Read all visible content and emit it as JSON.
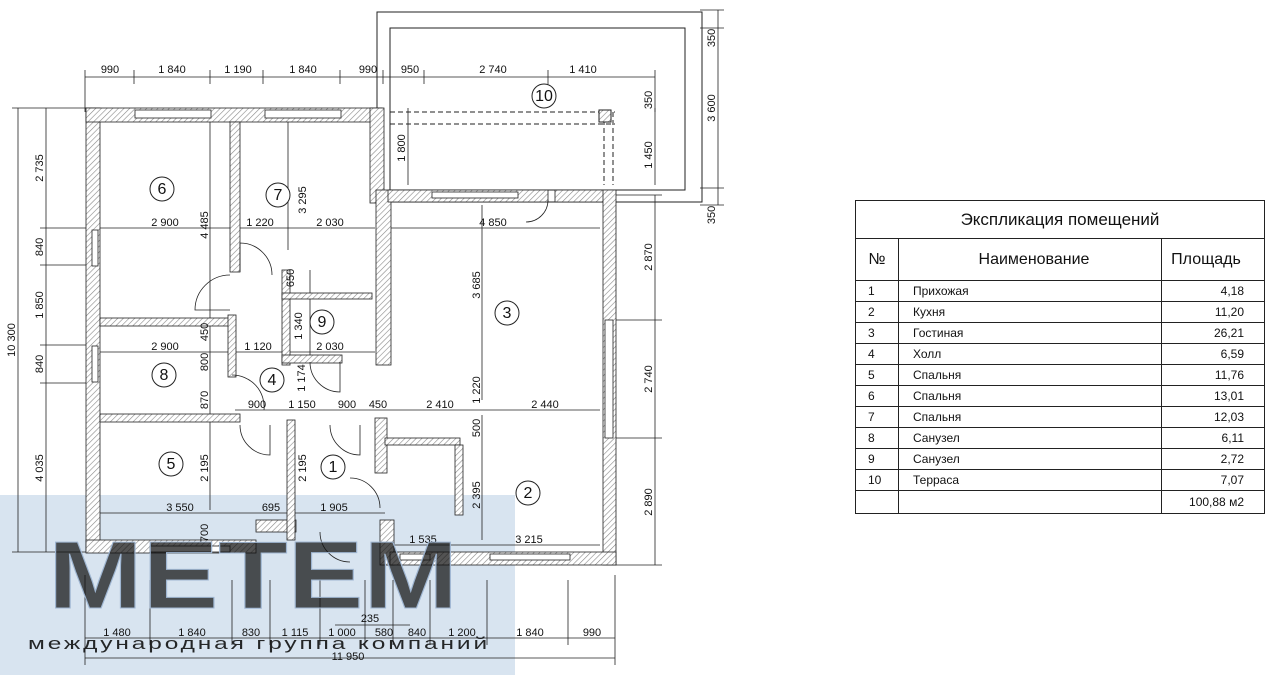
{
  "plan": {
    "top_dims": [
      "990",
      "1 840",
      "1 190",
      "1 840",
      "990",
      "950",
      "2 740",
      "1 410"
    ],
    "bottom_dims": [
      "1 480",
      "1 840",
      "830",
      "1 115",
      "1 000",
      "580",
      "840",
      "1 200",
      "1 840",
      "990"
    ],
    "bottom_total": "11 950",
    "bottom_235": "235",
    "left_dims": [
      "2 735",
      "840",
      "1 850",
      "840",
      "4 035"
    ],
    "left_total": "10 300",
    "right_dims": [
      "2 870",
      "2 740",
      "2 890"
    ],
    "terrace_dims": [
      "350",
      "3 600",
      "350"
    ],
    "interior_dims": {
      "d2900a": "2 900",
      "d1220a": "1 220",
      "d2030a": "2 030",
      "d4850": "4 850",
      "d2900b": "2 900",
      "d1120": "1 120",
      "d2030b": "2 030",
      "d900a": "900",
      "d1150": "1 150",
      "d900b": "900",
      "d450a": "450",
      "d2410": "2 410",
      "d2440": "2 440",
      "d3550": "3 550",
      "d695": "695",
      "d1905": "1 905",
      "d1535": "1 535",
      "d3215": "3 215",
      "v4485": "4 485",
      "v3295": "3 295",
      "v3685": "3 685",
      "v1800": "1 800",
      "v350": "350",
      "v1450": "1 450",
      "v650": "650",
      "v1340": "1 340",
      "v450b": "450",
      "v800": "800",
      "v870": "870",
      "v1174": "1 174",
      "v1220b": "1 220",
      "v500": "500",
      "v2195a": "2 195",
      "v2195b": "2 195",
      "v2395": "2 395",
      "v700": "700"
    },
    "rooms": [
      "1",
      "2",
      "3",
      "4",
      "5",
      "6",
      "7",
      "8",
      "9",
      "10"
    ]
  },
  "watermark": {
    "logo": "МЕТЕМ",
    "subtitle": "международная группа компаний"
  },
  "explication": {
    "title": "Экспликация помещений",
    "headers": {
      "num": "№",
      "name": "Наименование",
      "area": "Площадь"
    },
    "rows": [
      {
        "num": "1",
        "name": "Прихожая",
        "area": "4,18"
      },
      {
        "num": "2",
        "name": "Кухня",
        "area": "11,20"
      },
      {
        "num": "3",
        "name": "Гостиная",
        "area": "26,21"
      },
      {
        "num": "4",
        "name": "Холл",
        "area": "6,59"
      },
      {
        "num": "5",
        "name": "Спальня",
        "area": "11,76"
      },
      {
        "num": "6",
        "name": "Спальня",
        "area": "13,01"
      },
      {
        "num": "7",
        "name": "Спальня",
        "area": "12,03"
      },
      {
        "num": "8",
        "name": "Санузел",
        "area": "6,11"
      },
      {
        "num": "9",
        "name": "Санузел",
        "area": "2,72"
      },
      {
        "num": "10",
        "name": "Терраса",
        "area": "7,07"
      }
    ],
    "total": "100,88 м2"
  }
}
